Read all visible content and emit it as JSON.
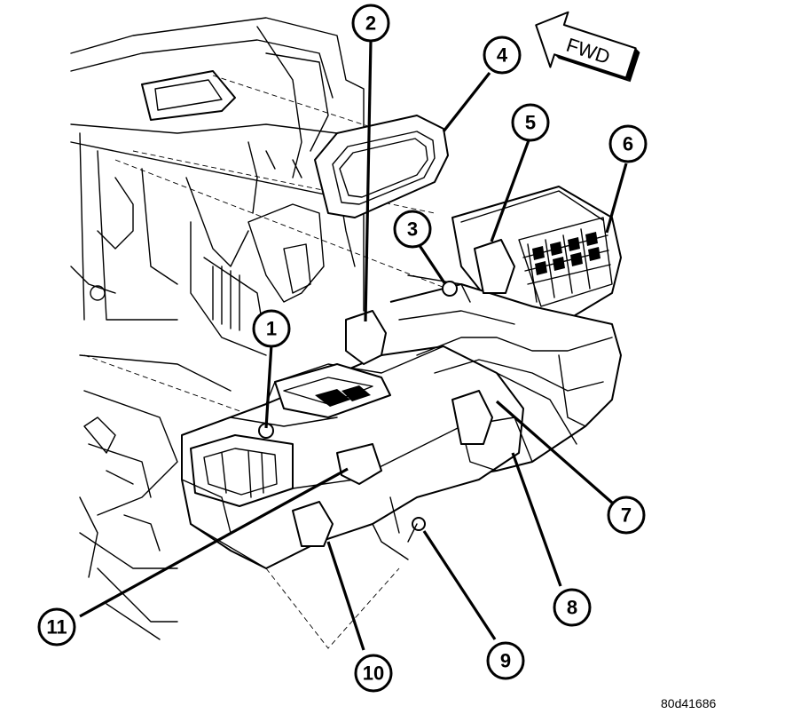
{
  "figure_id": "80d41686",
  "direction_label": "FWD",
  "callouts": [
    "1",
    "2",
    "3",
    "4",
    "5",
    "6",
    "7",
    "8",
    "9",
    "10",
    "11"
  ]
}
